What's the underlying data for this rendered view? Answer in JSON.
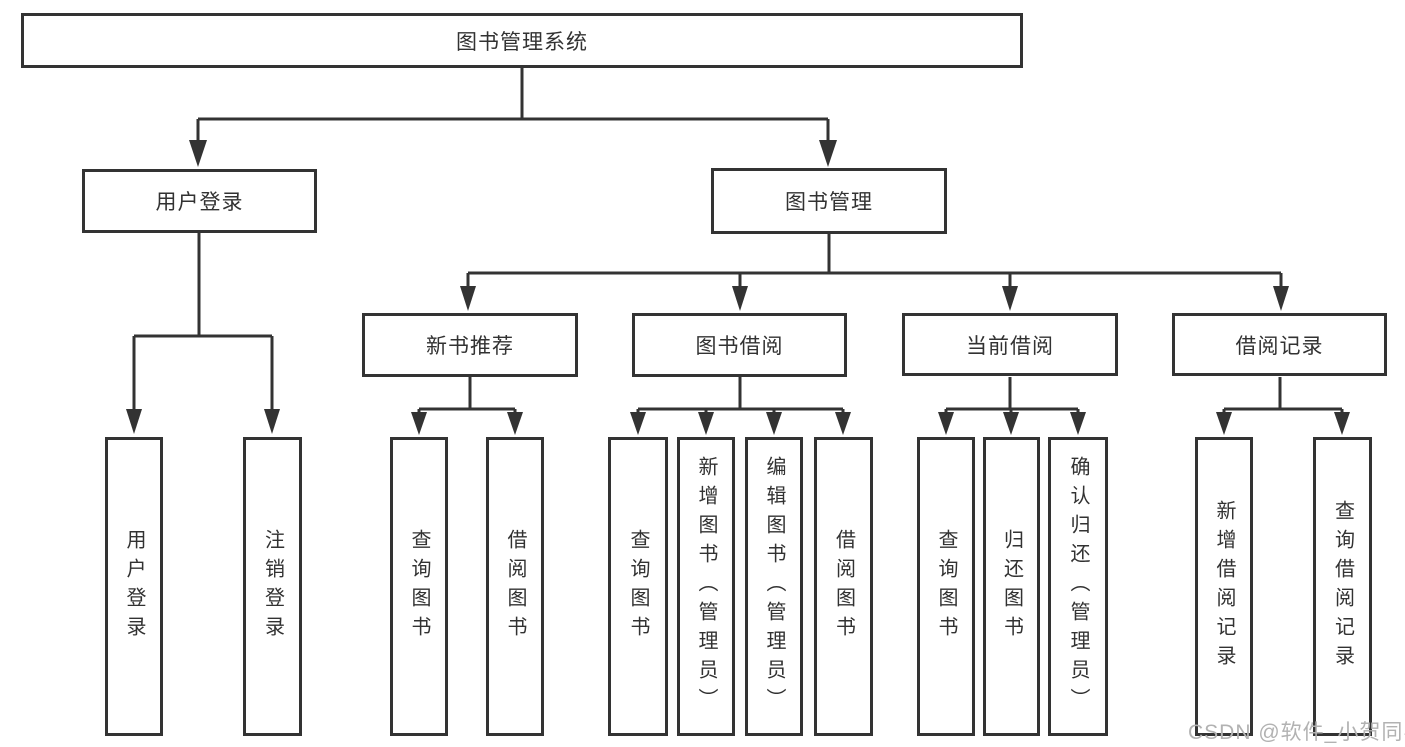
{
  "diagram": {
    "title": "图书管理系统",
    "root": {
      "label": "图书管理系统"
    },
    "level2": [
      {
        "label": "用户登录"
      },
      {
        "label": "图书管理"
      }
    ],
    "level3": [
      {
        "label": "新书推荐"
      },
      {
        "label": "图书借阅"
      },
      {
        "label": "当前借阅"
      },
      {
        "label": "借阅记录"
      }
    ],
    "leaves": {
      "user_login": [
        "用户登录",
        "注销登录"
      ],
      "new_book": [
        "查询图书",
        "借阅图书"
      ],
      "book_borrow": [
        "查询图书",
        "新增图书（管理员）",
        "编辑图书（管理员）",
        "借阅图书"
      ],
      "current_borrow": [
        "查询图书",
        "归还图书",
        "确认归还（管理员）"
      ],
      "borrow_record": [
        "新增借阅记录",
        "查询借阅记录"
      ]
    },
    "line_color": "#333333",
    "box_fill": "#ffffff"
  },
  "watermark": {
    "text": "CSDN @软件_小贺同学",
    "color": "#b2b2b2"
  }
}
